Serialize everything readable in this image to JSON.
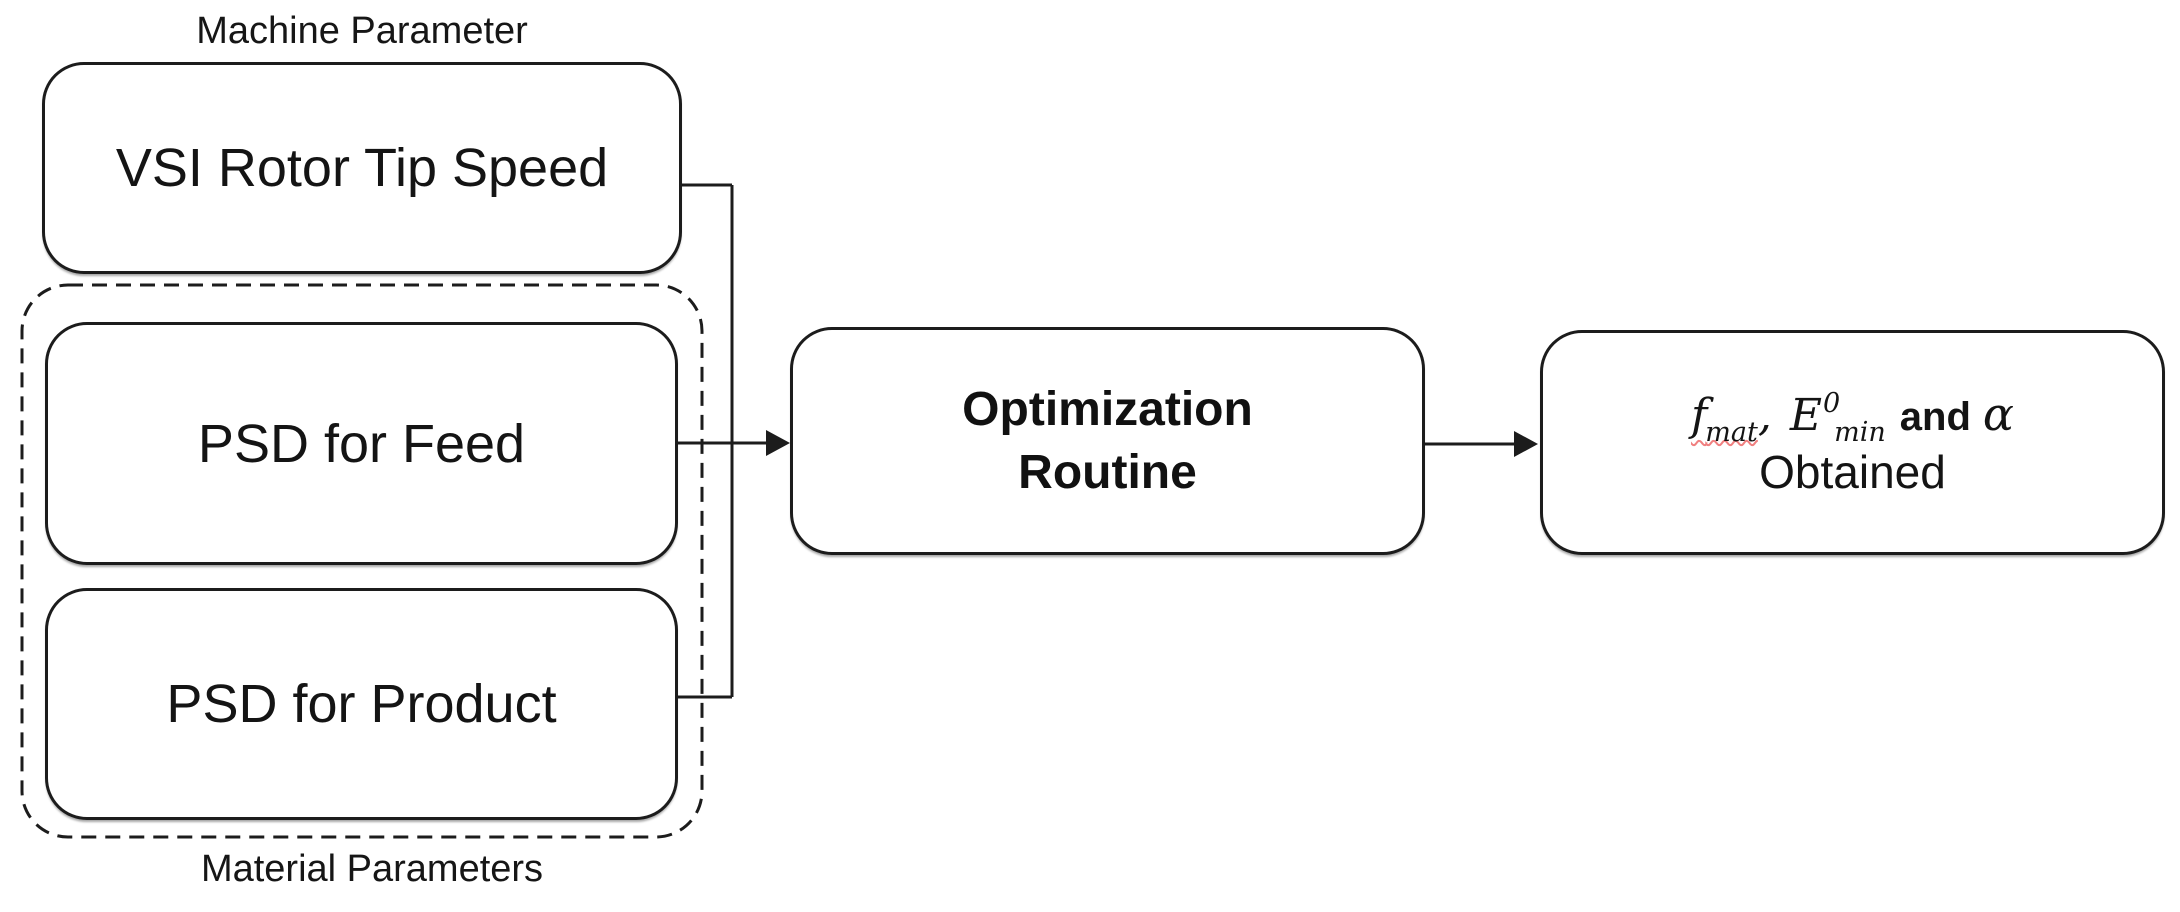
{
  "diagram": {
    "labels": {
      "machine": "Machine Parameter",
      "material": "Material Parameters"
    },
    "boxes": {
      "vsi": "VSI Rotor Tip Speed",
      "feed": "PSD for Feed",
      "product": "PSD for Product",
      "optimization_line1": "Optimization",
      "optimization_line2": "Routine",
      "output": {
        "f": "f",
        "f_sub": "mat",
        "comma": ",",
        "E": "E",
        "E_sup": "0",
        "E_sub": "min",
        "and": "and",
        "alpha": "α",
        "line2": "Obtained"
      }
    },
    "colors": {
      "stroke": "#1c1c1c",
      "background": "#ffffff",
      "spellcheck_underline": "#f08080"
    }
  }
}
